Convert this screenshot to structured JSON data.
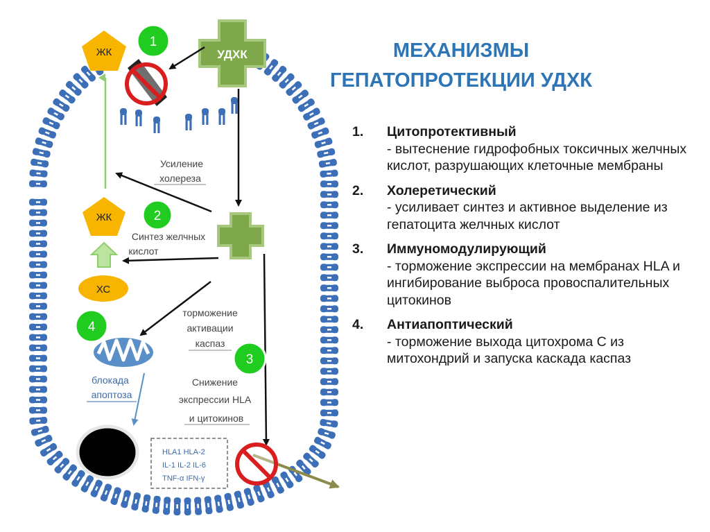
{
  "title": {
    "line1": "МЕХАНИЗМЫ",
    "line2": "ГЕПАТОПРОТЕКЦИИ УДХК"
  },
  "mechanisms": [
    {
      "num": "1.",
      "heading": "Цитопротективный",
      "desc": "- вытеснение гидрофобных токсичных желчных кислот, разрушающих клеточные мембраны"
    },
    {
      "num": "2.",
      "heading": "Холеретический",
      "desc": "- усиливает синтез и активное выделение из гепатоцита желчных кислот"
    },
    {
      "num": "3.",
      "heading": "Иммуномодулирующий",
      "desc": "- торможение экспрессии на мембранах HLA и ингибирование выброса провоспалительных цитокинов"
    },
    {
      "num": "4.",
      "heading": "Антиапоптический",
      "desc": "- торможение выхода цитохрома С из митохондрий и запуска каскада каспаз"
    }
  ],
  "diagram": {
    "udca_label": "УДХК",
    "bile_acid": "ЖК",
    "cholesterol": "ХС",
    "badges": [
      "1",
      "2",
      "3",
      "4"
    ],
    "choleresis": [
      "Усиление",
      "холереза"
    ],
    "bile_synthesis": [
      "Синтез желчных",
      "кислот"
    ],
    "caspase": [
      "торможение",
      "активации",
      "каспаз"
    ],
    "apoptosis_block": [
      "блокада",
      "апоптоза"
    ],
    "hla_reduction": [
      "Снижение",
      "экспрессии HLA",
      "и цитокинов"
    ],
    "cytokine_box": [
      "HLA1  HLA-2",
      "IL-1  IL-2  IL-6",
      "TNF-α  IFN-γ"
    ]
  },
  "colors": {
    "title": "#2e75b6",
    "membrane": "#3d6fb8",
    "cross_green": "#7ea84a",
    "pentagon_yellow": "#f7b500",
    "badge_green": "#1fcc1f",
    "prohibit_red": "#d81e1e",
    "bile_arrow": "#8fce6f"
  }
}
